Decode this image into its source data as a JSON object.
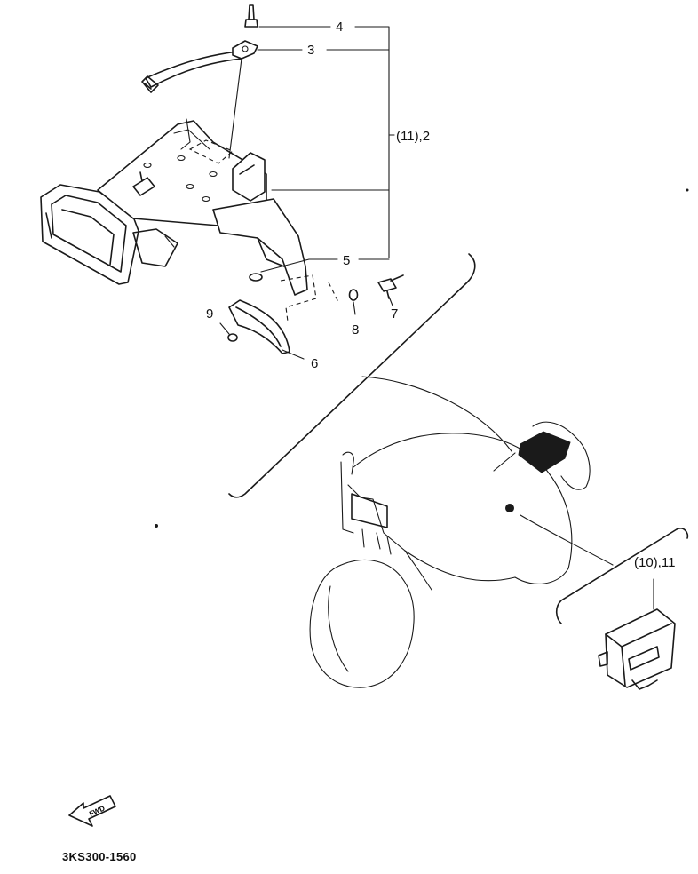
{
  "callouts": {
    "c4": "4",
    "c3": "3",
    "c11_2": "(11),2",
    "c5": "5",
    "c7": "7",
    "c8": "8",
    "c9": "9",
    "c6": "6",
    "c10_11": "(10),11"
  },
  "fwd_label": "FWD",
  "diagram_code": "3KS300-1560"
}
